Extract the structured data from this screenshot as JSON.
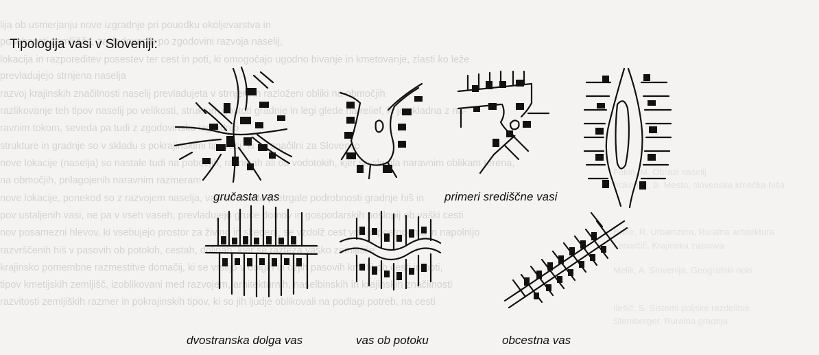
{
  "title": "Tipologija vasi v Sloveniji:",
  "figures": [
    {
      "id": "grucasta",
      "caption": "gručasta vas"
    },
    {
      "id": "sredisce",
      "caption": "primeri središčne vasi"
    },
    {
      "id": "dolga",
      "caption": "dvostranska dolga vas"
    },
    {
      "id": "potok",
      "caption": "vas ob potoku"
    },
    {
      "id": "obcestna",
      "caption": "obcestna vas"
    }
  ],
  "background_text": [
    "lija ob usmerjanju nove izgradnje pri pouodku okoljevarstva in",
    "posebnosti zemljišča, zasledovanih po zgodovini razvoja naselij,",
    "lokacija in razporeditev posestev ter cest in poti, ki omogočajo ugodno bivanje in kmetovanje, zlasti ko leže",
    "prevladujejo strnjena naselja",
    "razvoj krajinskih značilnosti naselij prevladujeta v strnjeni in razloženi obliki na območjih",
    "razlikovanje teh tipov naselij po velikosti, strukturi, gostoti gradnje in legi glede na relief, ki je skladna z na-",
    "ravnim tokom, seveda pa tudi z zgodovinsko izgradnjo",
    "strukture in gradnje so v skladu s pokrajinskimi tipi vasi, ki so značilni za Slovenijo",
    "nove lokacije (naselja) so nastale tudi na pobočjih, ravninah ali ob vodotokih, kjer so sledila naravnim oblikam terena,",
    "na območjih, prilagojenih naravnim razmeram",
    "nove lokacije, ponekod so z razvojem naselja, vasi ali mesta pretrgale podrobnosti gradnje hiš in",
    "pov ustaljenih vasi, ne pa v vseh vaseh, prevladujejo gruče domov in gospodarskih poslopij ob vaški cesti",
    "nov posamezni hlevov, ki vsebujejo prostor za živino in skedenj, se vzdolž cest vrstijo postopoma in napolnijo",
    "razvrščenih hiš v pasovih ob potokih, cestah, dolinah, kjer se razteza vaško zemljišče",
    "krajinsko pomembne razmestitve domačij, ki se vrstijo v dolgih in ožjih pasovih kmetij ob cesti in poti,",
    "tipov kmetijskih zemljišč, izoblikovani med razvojem, arhitekturnih, naselbinskih in krajinskih značilnosti",
    "razvitosti zemljiških razmer in pokrajinskih tipov, ki so jih ljudje oblikovali na podlagi potreb, na cesti"
  ],
  "ghost_text": [
    "Fakin, M. Obrazi naselij",
    "(rokopis), B. Mesto, slovenska kmečka hiša",
    "Barle, R. Urbanizem, Ruralna arhitektura",
    "Lenarčič, Krajinska zasnova",
    "Melik, A. Slovenija, Geografski opis",
    "Ilešič, S. Sistemi poljske razdelitve",
    "Stemberger, Ruralna gradnja"
  ]
}
